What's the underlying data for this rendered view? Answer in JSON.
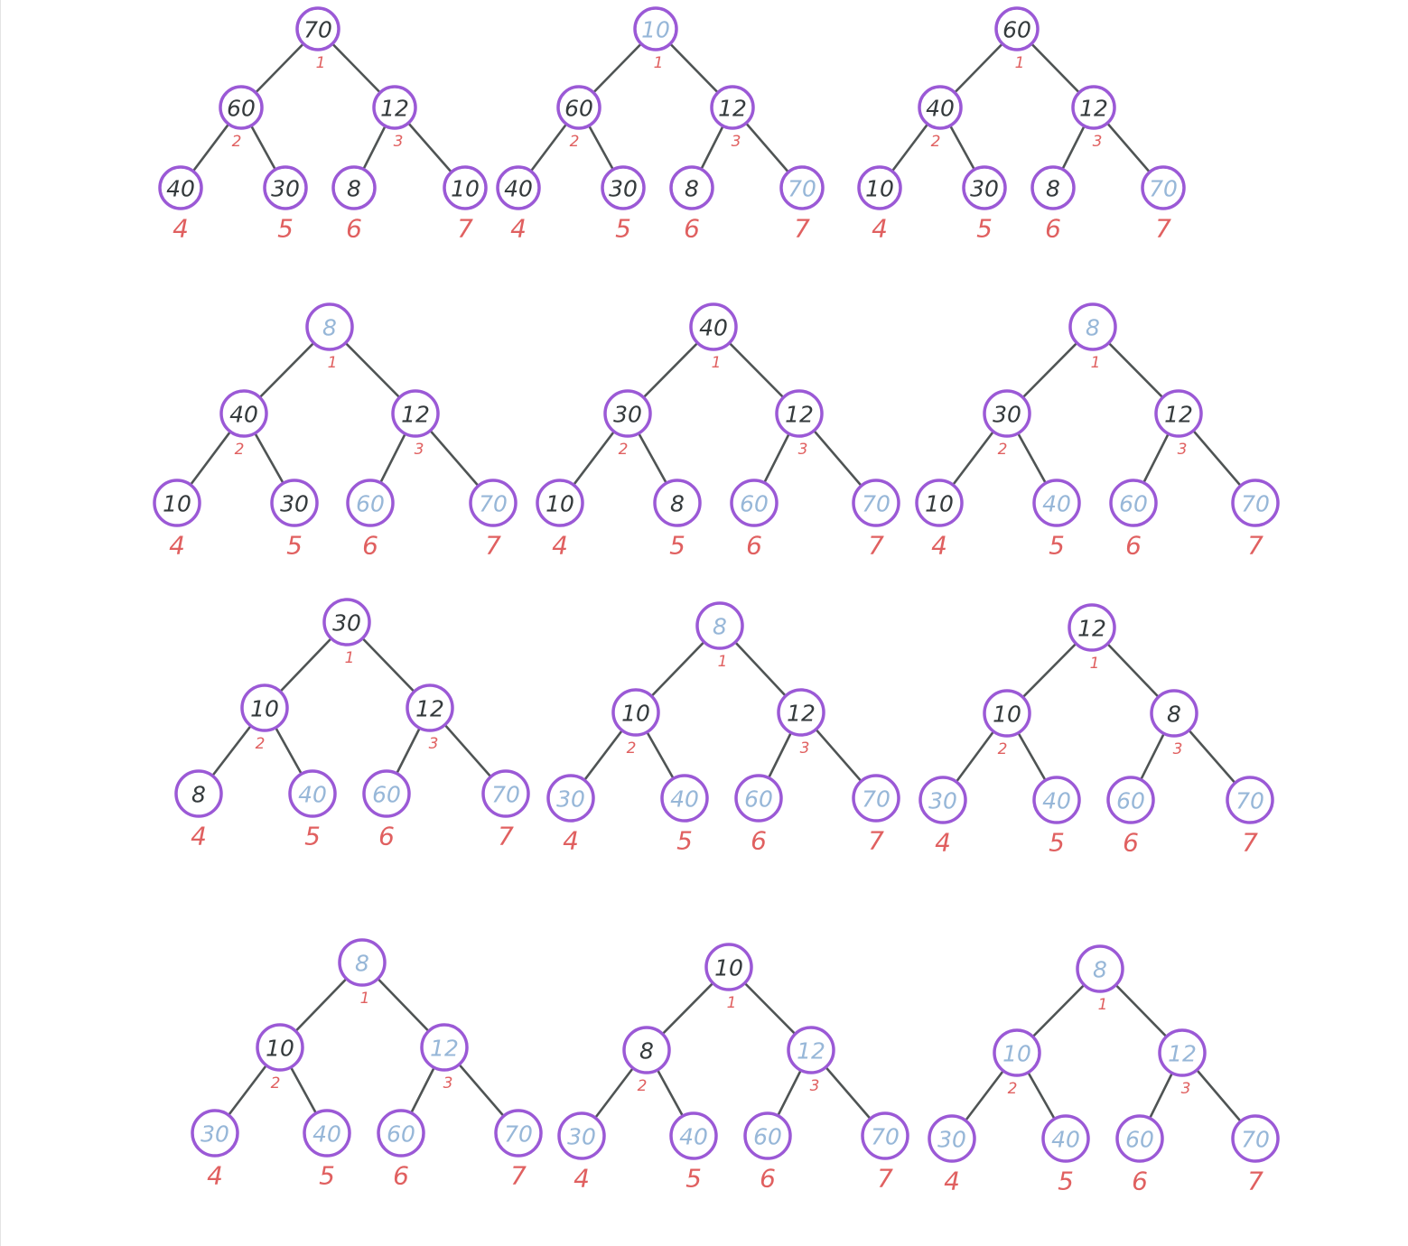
{
  "colors": {
    "circle_stroke": "#9b59d6",
    "edge": "#4f5454",
    "active_value": "#343a3c",
    "sorted_value": "#97b7d8",
    "position_label": "#e06060"
  },
  "position_labels": [
    "1",
    "2",
    "3",
    "4",
    "5",
    "6",
    "7"
  ],
  "trees": [
    {
      "values": [
        "70",
        "60",
        "12",
        "40",
        "30",
        "8",
        "10"
      ],
      "sorted": [
        false,
        false,
        false,
        false,
        false,
        false,
        false
      ]
    },
    {
      "values": [
        "10",
        "60",
        "12",
        "40",
        "30",
        "8",
        "70"
      ],
      "sorted": [
        true,
        false,
        false,
        false,
        false,
        false,
        true
      ]
    },
    {
      "values": [
        "60",
        "40",
        "12",
        "10",
        "30",
        "8",
        "70"
      ],
      "sorted": [
        false,
        false,
        false,
        false,
        false,
        false,
        true
      ]
    },
    {
      "values": [
        "8",
        "40",
        "12",
        "10",
        "30",
        "60",
        "70"
      ],
      "sorted": [
        true,
        false,
        false,
        false,
        false,
        true,
        true
      ]
    },
    {
      "values": [
        "40",
        "30",
        "12",
        "10",
        "8",
        "60",
        "70"
      ],
      "sorted": [
        false,
        false,
        false,
        false,
        false,
        true,
        true
      ]
    },
    {
      "values": [
        "8",
        "30",
        "12",
        "10",
        "40",
        "60",
        "70"
      ],
      "sorted": [
        true,
        false,
        false,
        false,
        true,
        true,
        true
      ]
    },
    {
      "values": [
        "30",
        "10",
        "12",
        "8",
        "40",
        "60",
        "70"
      ],
      "sorted": [
        false,
        false,
        false,
        false,
        true,
        true,
        true
      ]
    },
    {
      "values": [
        "8",
        "10",
        "12",
        "30",
        "40",
        "60",
        "70"
      ],
      "sorted": [
        true,
        false,
        false,
        true,
        true,
        true,
        true
      ]
    },
    {
      "values": [
        "12",
        "10",
        "8",
        "30",
        "40",
        "60",
        "70"
      ],
      "sorted": [
        false,
        false,
        false,
        true,
        true,
        true,
        true
      ]
    },
    {
      "values": [
        "8",
        "10",
        "12",
        "30",
        "40",
        "60",
        "70"
      ],
      "sorted": [
        true,
        false,
        true,
        true,
        true,
        true,
        true
      ]
    },
    {
      "values": [
        "10",
        "8",
        "12",
        "30",
        "40",
        "60",
        "70"
      ],
      "sorted": [
        false,
        false,
        true,
        true,
        true,
        true,
        true
      ]
    },
    {
      "values": [
        "8",
        "10",
        "12",
        "30",
        "40",
        "60",
        "70"
      ],
      "sorted": [
        true,
        true,
        true,
        true,
        true,
        true,
        true
      ]
    }
  ]
}
